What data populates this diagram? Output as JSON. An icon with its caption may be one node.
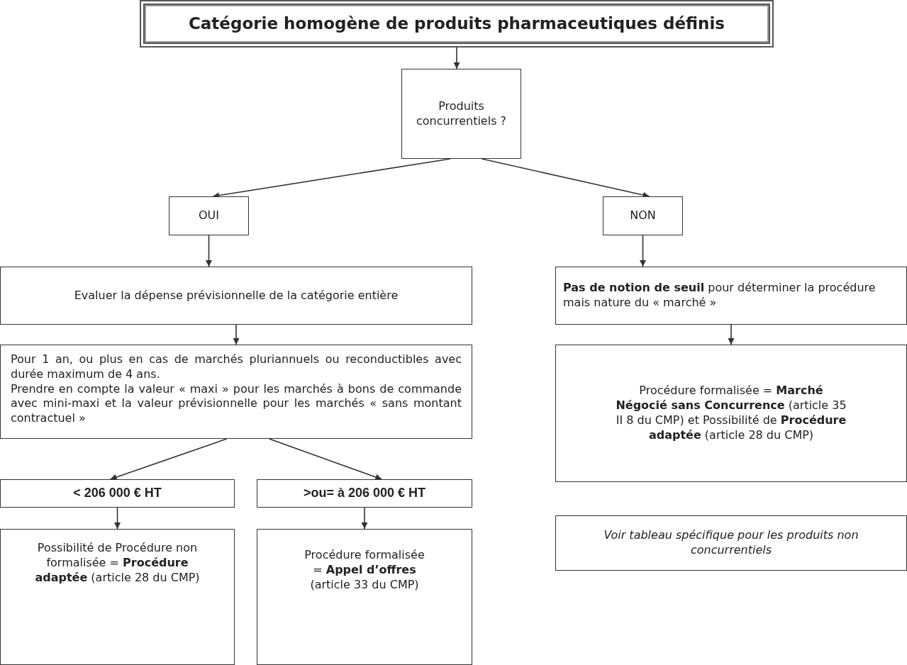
{
  "diagram": {
    "nodes": [
      {
        "text": [
          "Catégorie homogène de produits pharmaceutiques définis"
        ]
      },
      {
        "text": [
          "Produits concurrentiels ?"
        ]
      },
      {
        "text": [
          "OUI"
        ]
      },
      {
        "text": [
          "NON"
        ]
      },
      {
        "text": [
          "Evaluer la dépense prévisionnelle de la catégorie entière"
        ]
      },
      {
        "text": [
          "Pour 1 an, ou plus en cas de marchés pluriannuels ou reconductibles avec durée maximum de 4 ans.",
          "Prendre en compte la valeur « maxi » pour les marchés à bons de commande avec mini-maxi et la valeur prévisionnelle pour les marchés « sans montant contractuel »"
        ]
      },
      {
        "text": [
          "< 206 000 € HT"
        ]
      },
      {
        "text": [
          ">ou= à 206 000 € HT"
        ]
      },
      {
        "text": [
          "Possibilité de Procédure non formalisée = **Procédure adaptée** (article 28 du CMP)"
        ]
      },
      {
        "text": [
          "Procédure formalisée = **Appel d’offres** (article 33 du CMP)"
        ]
      },
      {
        "text": [
          "**Pas de notion de seuil** pour déterminer la procédure mais nature du « marché »"
        ]
      },
      {
        "text": [
          "Procédure formalisée = **Marché Négocié sans Concurrence** (article 35 II 8 du CMP) et Possibilité de **Procédure adaptée** (article 28 du CMP)"
        ]
      },
      {
        "text": [
          "Voir tableau spécifique pour les produits non concurrentiels"
        ]
      }
    ],
    "edges": [
      {
        "from": 0,
        "to": 1,
        "arrow": "to"
      },
      {
        "from": 1,
        "to": 2,
        "arrow": "to"
      },
      {
        "from": 1,
        "to": 3,
        "arrow": "to"
      },
      {
        "from": 2,
        "to": 4,
        "arrow": "to"
      },
      {
        "from": 4,
        "to": 5,
        "arrow": "to"
      },
      {
        "from": 5,
        "to": 6,
        "arrow": "to"
      },
      {
        "from": 5,
        "to": 7,
        "arrow": "to"
      },
      {
        "from": 6,
        "to": 8,
        "arrow": "to"
      },
      {
        "from": 7,
        "to": 9,
        "arrow": "to"
      },
      {
        "from": 3,
        "to": 10,
        "arrow": "to"
      },
      {
        "from": 10,
        "to": 11,
        "arrow": "to"
      }
    ]
  }
}
